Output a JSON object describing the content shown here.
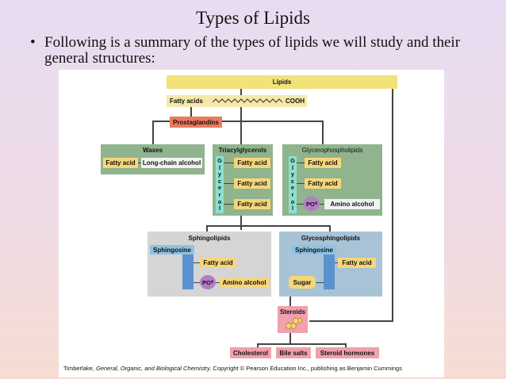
{
  "slide": {
    "title": "Types of Lipids",
    "bullet": "Following is a summary of the types of lipids we will study and their general structures:",
    "bullet_marker": "•"
  },
  "diagram": {
    "root": "Lipids",
    "fatty_acids": {
      "label": "Fatty acids",
      "cooh": "COOH"
    },
    "prostaglandins": "Prostaglandins",
    "waxes": {
      "title": "Waxes",
      "fatty_acid": "Fatty acid",
      "alcohol": "Long-chain alcohol"
    },
    "triacylglycerols": {
      "title": "Triacylglycerols",
      "backbone": [
        "G",
        "l",
        "y",
        "c",
        "e",
        "r",
        "o",
        "l"
      ],
      "fatty_acid_1": "Fatty acid",
      "fatty_acid_2": "Fatty acid",
      "fatty_acid_3": "Fatty acid"
    },
    "glycerophospholipids": {
      "title": "Glycerophospholipids",
      "backbone": [
        "G",
        "l",
        "y",
        "c",
        "e",
        "r",
        "o",
        "l"
      ],
      "fatty_acid_1": "Fatty acid",
      "fatty_acid_2": "Fatty acid",
      "po4": "PO",
      "po4_sub": "4",
      "amino_alcohol": "Amino alcohol"
    },
    "sphingolipids": {
      "title": "Sphingolipids",
      "sphingosine": "Sphingosine",
      "fatty_acid": "Fatty acid",
      "po4": "PO",
      "po4_sub": "4",
      "amino_alcohol": "Amino alcohol"
    },
    "glycosphingolipids": {
      "title": "Glycosphingolipids",
      "sphingosine": "Sphingosine",
      "fatty_acid": "Fatty acid",
      "sugar": "Sugar"
    },
    "steroids": {
      "title": "Steroids"
    },
    "steroid_types": [
      "Cholesterol",
      "Bile salts",
      "Steroid hormones"
    ],
    "credit": {
      "pre": "Timberlake, ",
      "book": "General, Organic, and Biological Chemistry.",
      "post": " Copyright © Pearson Education Inc., publishing as Benjamin Cummings"
    }
  },
  "colors": {
    "lipids_bar": "#f2e27a",
    "green_panel": "#8fb48e",
    "gray_panel": "#d5d5d5",
    "blue_panel": "#a8c3d6",
    "fatty_acid": "#f7d678",
    "prostaglandins": "#ec7a5e",
    "glycerol": "#8ee0d0",
    "sphingosine": "#5a92d0",
    "steroids": "#e887a3",
    "po4": "#b47cc6"
  }
}
